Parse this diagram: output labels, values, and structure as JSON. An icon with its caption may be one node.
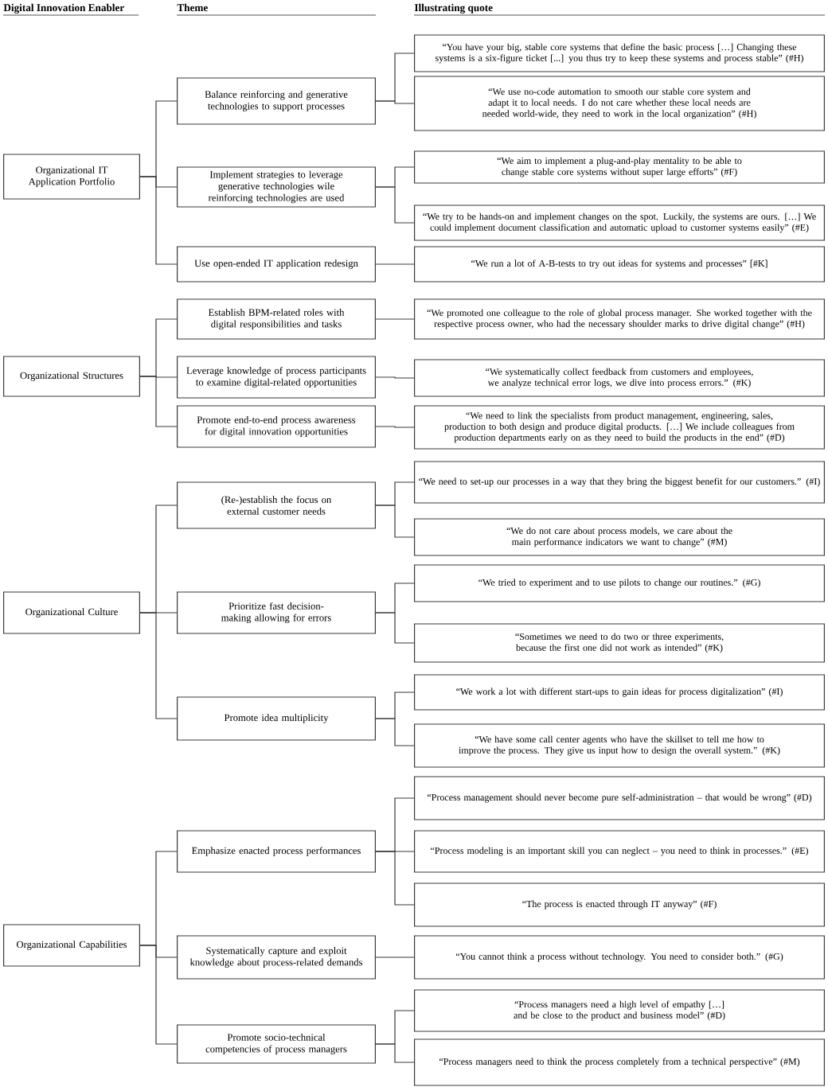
{
  "diagram": {
    "nodes": [
      {
        "text": [
          "Organizational IT Application Portfolio"
        ]
      },
      {
        "text": [
          "Balance reinforcing and generative technologies to support processes"
        ]
      },
      {
        "text": [
          "“You have your big, stable core systems that define the basic process […] Changing these systems is a six-figure ticket [...] you thus try to keep these systems and process stable” (#H)"
        ]
      },
      {
        "text": [
          "“We use no-code automation to smooth our stable core system and adapt it to local needs. I do not care whether these local needs are needed world-wide, they need to work in the local organization” (#H)"
        ]
      },
      {
        "text": [
          "Implement strategies to leverage generative technologies wile reinforcing technologies are used"
        ]
      },
      {
        "text": [
          "“We aim to implement a plug-and-play mentality to be able to change stable core systems without super large efforts” (#F)"
        ]
      },
      {
        "text": [
          "“We try to be hands-on and implement changes on the spot. Luckily, the systems are ours. […] We could implement document classification and automatic upload to customer systems easily” (#E)"
        ]
      },
      {
        "text": [
          "Use open-ended IT application redesign"
        ]
      },
      {
        "text": [
          "“We run a lot of A-B-tests to try out ideas for systems and processes” [#K]"
        ]
      },
      {
        "text": [
          "Organizational Structures"
        ]
      },
      {
        "text": [
          "Establish BPM-related roles with digital responsibilities and tasks"
        ]
      },
      {
        "text": [
          "“We promoted one colleague to the role of global process manager. She worked together with the respective process owner, who had the necessary shoulder marks to drive digital change” (#H)"
        ]
      },
      {
        "text": [
          "Leverage knowledge of process participants to examine digital-related opportunities"
        ]
      },
      {
        "text": [
          "“We systematically collect feedback from customers and employees, we analyze technical error logs, we dive into process errors.” (#K)"
        ]
      },
      {
        "text": [
          "Promote end-to-end process awareness for digital innovation opportunities"
        ]
      },
      {
        "text": [
          "“We need to link the specialists from product management, engineering, sales, production to both design and produce digital products. […] We include colleagues from production departments early on as they need to build the products in the end” (#D)"
        ]
      },
      {
        "text": [
          "Organizational Culture"
        ]
      },
      {
        "text": [
          "(Re-)establish the focus on external customer needs"
        ]
      },
      {
        "text": [
          "“We need to set-up our processes in a way that they bring the biggest benefit for our customers.” (#I)"
        ]
      },
      {
        "text": [
          "“We do not care about process models, we care about the main performance indicators we want to change” (#M)"
        ]
      },
      {
        "text": [
          "Prioritize fast decision-making allowing for errors"
        ]
      },
      {
        "text": [
          "“We tried to experiment and to use pilots to change our routines.” (#G)"
        ]
      },
      {
        "text": [
          "“Sometimes we need to do two or three experiments, because the first one did not work as intended” (#K)"
        ]
      },
      {
        "text": [
          "Promote idea multiplicity"
        ]
      },
      {
        "text": [
          "“We work a lot with different start-ups to gain ideas for process digitalization” (#I)"
        ]
      },
      {
        "text": [
          "“We have some call center agents who have the skillset to tell me how to improve the process. They give us input how to design the overall system.” (#K)"
        ]
      },
      {
        "text": [
          "Organizational Capabilities"
        ]
      },
      {
        "text": [
          "Emphasize enacted process performances"
        ]
      },
      {
        "text": [
          "“Process management should never become pure self-administration – that would be wrong” (#D)"
        ]
      },
      {
        "text": [
          "“Process modeling is an important skill you can neglect – you need to think in processes.” (#E)"
        ]
      },
      {
        "text": [
          "“The process is enacted through IT anyway” (#F)"
        ]
      },
      {
        "text": [
          "Systematically capture and exploit knowledge about process-related demands"
        ]
      },
      {
        "text": [
          "“You cannot think a process without technology. You need to consider both.” (#G)"
        ]
      },
      {
        "text": [
          "Promote socio-technical competencies of process managers"
        ]
      },
      {
        "text": [
          "“Process managers need a high level of empathy […] and be close to the product and business model” (#D)"
        ]
      },
      {
        "text": [
          "“Process managers need to think the process completely from a technical perspective” (#M)"
        ]
      }
    ],
    "edges": [
      {
        "from": 0,
        "to": 1,
        "arrow": "none"
      },
      {
        "from": 0,
        "to": 4,
        "arrow": "none"
      },
      {
        "from": 0,
        "to": 7,
        "arrow": "none"
      },
      {
        "from": 1,
        "to": 2,
        "arrow": "none"
      },
      {
        "from": 1,
        "to": 3,
        "arrow": "none"
      },
      {
        "from": 4,
        "to": 5,
        "arrow": "none"
      },
      {
        "from": 4,
        "to": 6,
        "arrow": "none"
      },
      {
        "from": 7,
        "to": 8,
        "arrow": "none"
      },
      {
        "from": 9,
        "to": 10,
        "arrow": "none"
      },
      {
        "from": 9,
        "to": 12,
        "arrow": "none"
      },
      {
        "from": 9,
        "to": 14,
        "arrow": "none"
      },
      {
        "from": 10,
        "to": 11,
        "arrow": "none"
      },
      {
        "from": 12,
        "to": 13,
        "arrow": "none"
      },
      {
        "from": 14,
        "to": 15,
        "arrow": "none"
      },
      {
        "from": 16,
        "to": 17,
        "arrow": "none"
      },
      {
        "from": 16,
        "to": 20,
        "arrow": "none"
      },
      {
        "from": 16,
        "to": 23,
        "arrow": "none"
      },
      {
        "from": 17,
        "to": 18,
        "arrow": "none"
      },
      {
        "from": 17,
        "to": 19,
        "arrow": "none"
      },
      {
        "from": 20,
        "to": 21,
        "arrow": "none"
      },
      {
        "from": 20,
        "to": 22,
        "arrow": "none"
      },
      {
        "from": 23,
        "to": 24,
        "arrow": "none"
      },
      {
        "from": 23,
        "to": 25,
        "arrow": "none"
      },
      {
        "from": 26,
        "to": 27,
        "arrow": "none"
      },
      {
        "from": 26,
        "to": 31,
        "arrow": "none"
      },
      {
        "from": 26,
        "to": 33,
        "arrow": "none"
      },
      {
        "from": 27,
        "to": 28,
        "arrow": "none"
      },
      {
        "from": 27,
        "to": 29,
        "arrow": "none"
      },
      {
        "from": 27,
        "to": 30,
        "arrow": "none"
      },
      {
        "from": 31,
        "to": 32,
        "arrow": "none"
      },
      {
        "from": 33,
        "to": 34,
        "arrow": "none"
      },
      {
        "from": 33,
        "to": 35,
        "arrow": "none"
      }
    ],
    "labels": [
      "Digital Innovation Enabler",
      "Theme",
      "Illustrating quote"
    ]
  }
}
